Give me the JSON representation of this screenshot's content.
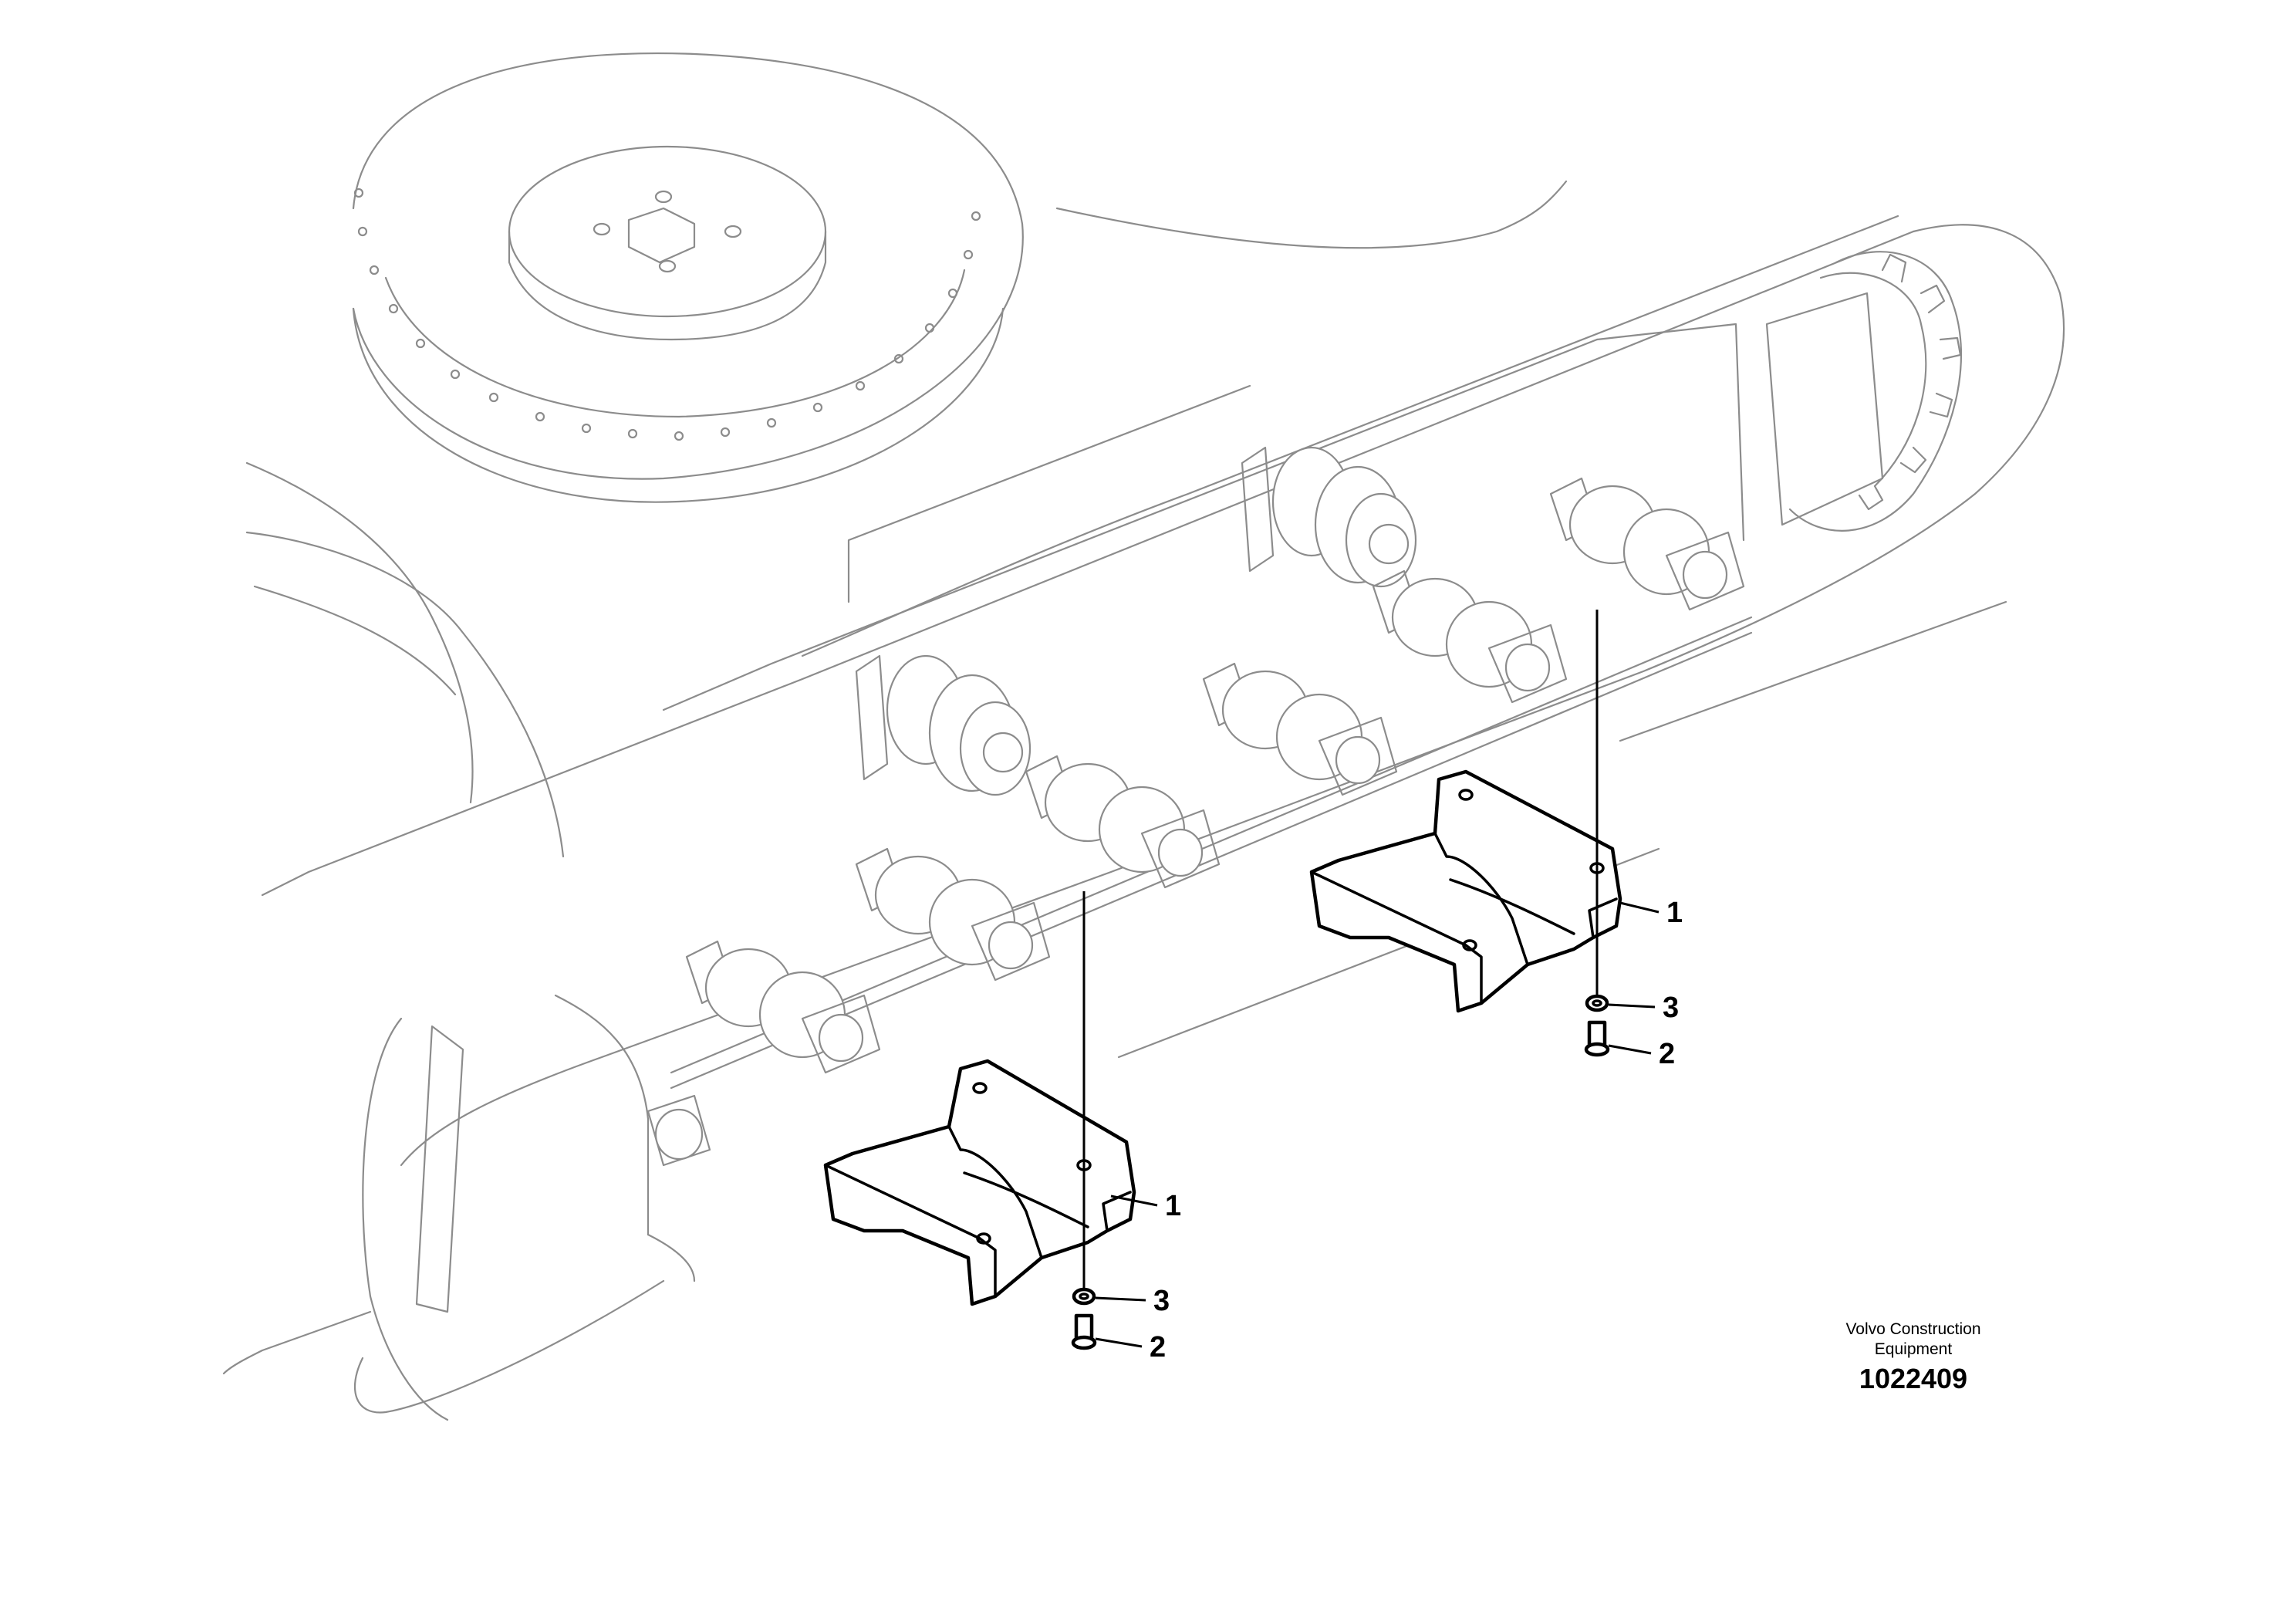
{
  "callouts": {
    "guard_right": "1",
    "washer_right": "3",
    "bolt_right": "2",
    "guard_left": "1",
    "washer_left": "3",
    "bolt_left": "2"
  },
  "caption": {
    "company_line1": "Volvo Construction",
    "company_line2": "Equipment",
    "drawing_number": "1022409"
  },
  "colors": {
    "highlighted_parts": "#000000",
    "context_geometry": "#8c8c8c",
    "background": "#ffffff"
  }
}
